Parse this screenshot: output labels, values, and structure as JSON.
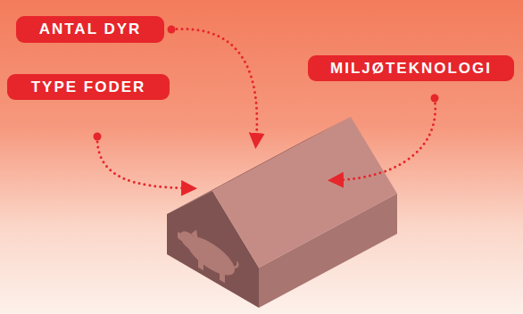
{
  "diagram": {
    "nodes": [
      {
        "text": [
          "ANTAL DYR"
        ]
      },
      {
        "text": [
          "MILJØTEKNOLOGI"
        ]
      },
      {
        "text": [
          "TYPE FODER"
        ]
      }
    ]
  }
}
